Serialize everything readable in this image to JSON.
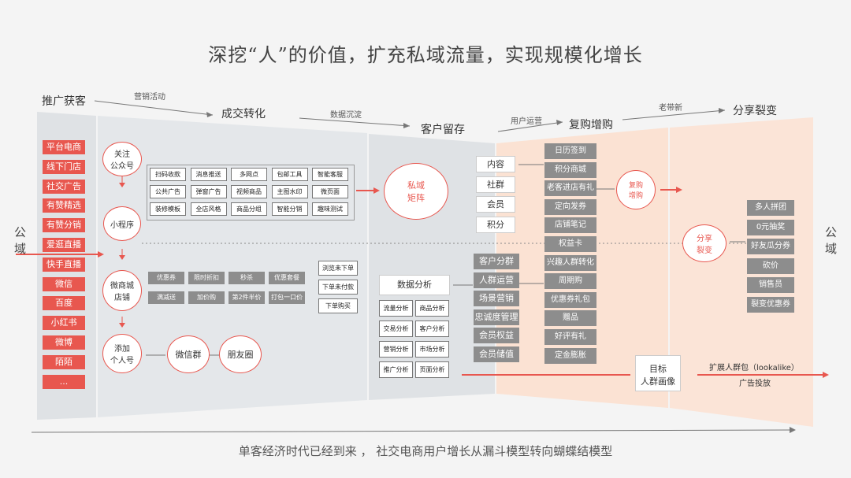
{
  "title": "深挖“人”的价值，扩充私域流量，实现规模化增长",
  "subtitle": "单客经济时代已经到来 ， 社交电商用户增长从漏斗模型转向蝴蝶结模型",
  "side_label": "公域",
  "stages": [
    "推广获客",
    "成交转化",
    "客户留存",
    "复购增购",
    "分享裂变"
  ],
  "flows": [
    "营销活动",
    "数据沉淀",
    "用户运营",
    "老带新"
  ],
  "channels": [
    "平台电商",
    "线下门店",
    "社交广告",
    "有赞精选",
    "有赞分销",
    "爱逛直播",
    "快手直播",
    "微信",
    "百度",
    "小红书",
    "微博",
    "陌陌",
    "..."
  ],
  "entry_circles": [
    "关注\n公众号",
    "小程序",
    "微商城\n店铺",
    "添加\n个人号"
  ],
  "social": [
    "微信群",
    "朋友圈"
  ],
  "store_tools": [
    "扫码收款",
    "消息推送",
    "多网点",
    "包邮工具",
    "智能客服",
    "公共广告",
    "弹窗广告",
    "视频商品",
    "主图水印",
    "微页面",
    "装修模板",
    "全店风格",
    "商品分组",
    "智能分销",
    "趣味测试"
  ],
  "promos": [
    "优惠券",
    "限时折扣",
    "秒杀",
    "优惠套餐",
    "满减送",
    "加价购",
    "第2件半价",
    "打包一口价"
  ],
  "order_flow": [
    "浏览未下单",
    "下单未付款",
    "下单购买"
  ],
  "private_domain": "私域\n矩阵",
  "private_items": [
    "内容",
    "社群",
    "会员",
    "积分"
  ],
  "data_title": "数据分析",
  "data_items": [
    "流量分析",
    "商品分析",
    "交易分析",
    "客户分析",
    "营销分析",
    "市场分析",
    "推广分析",
    "页面分析"
  ],
  "ops_items": [
    "客户分群",
    "人群运营",
    "场景营销",
    "忠诚度管理",
    "会员权益",
    "会员储值"
  ],
  "repurchase_items": [
    "日历签到",
    "积分商城",
    "老客进店有礼",
    "定向发券",
    "店铺笔记",
    "权益卡",
    "兴趣人群转化",
    "周期购",
    "优惠券礼包",
    "赠品",
    "好评有礼",
    "定金膨胀"
  ],
  "repurchase_circle": "复购\n增购",
  "share_circle": "分享\n裂变",
  "share_items": [
    "多人拼团",
    "0元抽奖",
    "好友瓜分券",
    "砍价",
    "销售员",
    "裂变优惠券"
  ],
  "target": "目标\n人群画像",
  "lookalike": "扩展人群包（lookalike）",
  "ad": "广告投放",
  "colors": {
    "accent": "#e8574f",
    "gray": "#8d8d8d",
    "panel": "#dfe2e5",
    "peach": "#fbe2d3"
  }
}
